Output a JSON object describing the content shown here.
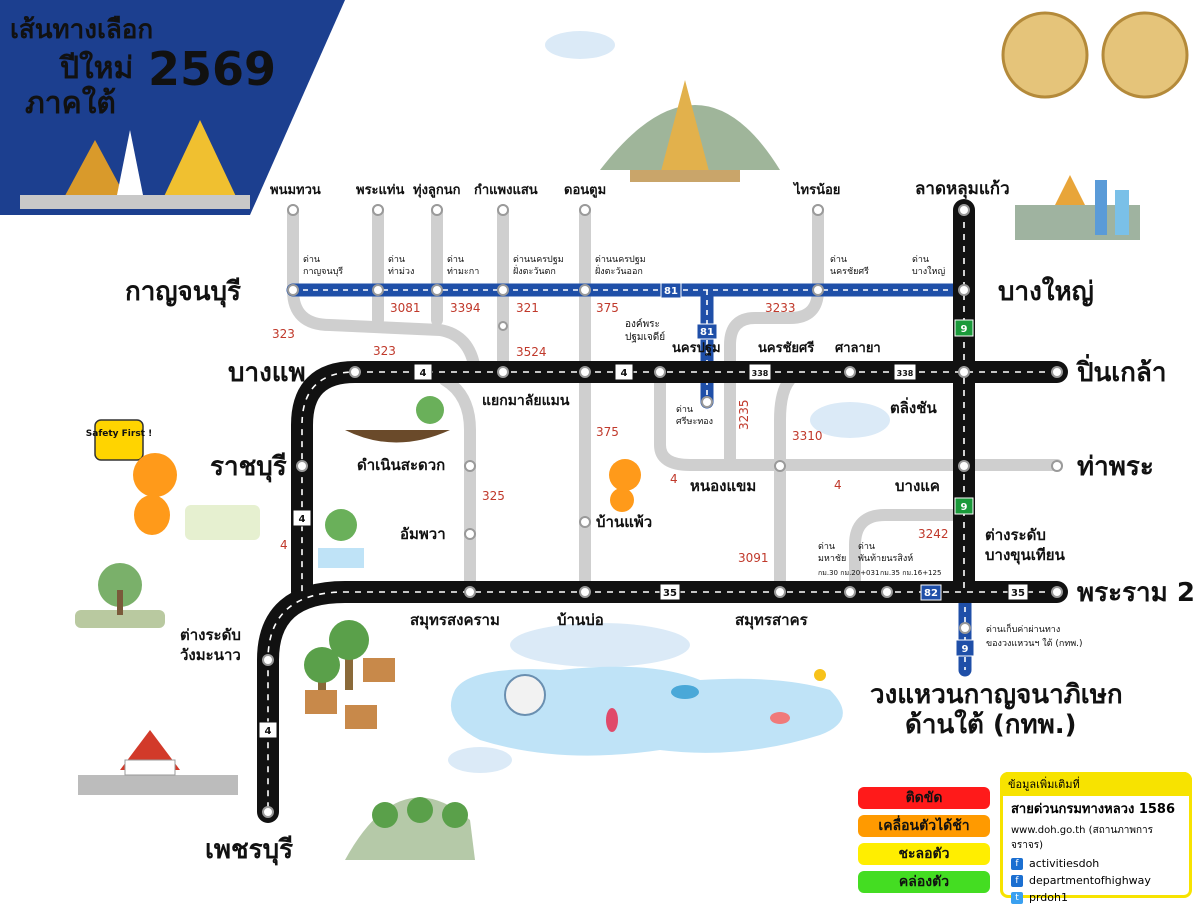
{
  "header": {
    "title_line1": "เส้นทางเลือก",
    "title_line2": "ปีใหม่",
    "title_line3": "ภาคใต้",
    "year": "2569"
  },
  "cities": {
    "kanchanaburi": "กาญจนบุรี",
    "bang_yai": "บางใหญ่",
    "bang_phae": "บางแพ",
    "pin_klao": "ปิ่นเกล้า",
    "ratchaburi": "ราชบุรี",
    "tha_phra": "ท่าพระ",
    "phetchaburi": "เพชรบุรี",
    "rama2": "พระราม 2",
    "ring_road": "วงแหวนกาญจนาภิเษก",
    "ring_road_sub": "ด้านใต้ (กทพ.)"
  },
  "places": {
    "phanom_thuan": "พนมทวน",
    "phra_thaen": "พระแท่น",
    "thung_luk_nok": "ทุ่งลูกนก",
    "kamphaeng_saen": "กำแพงแสน",
    "don_tum": "ดอนตูม",
    "krai_noi": "ไทรน้อย",
    "lat_lum_kaeo": "ลาดหลุมแก้ว",
    "nakhon_pathom": "นครปฐม",
    "nakhon_chai_si": "นครชัยศรี",
    "sala_ya": "ศาลายา",
    "taling_chan": "ตลิ่งชัน",
    "yaek_malai_maen": "แยกมาลัยแมน",
    "damnoen_saduak": "ดำเนินสะดวก",
    "amphawa": "อัมพวา",
    "nong_khaem": "หนองแขม",
    "bang_khae": "บางแค",
    "ban_phaeo": "บ้านแพ้ว",
    "samut_songkhram": "สมุทรสงคราม",
    "ban_bo": "บ้านบ่อ",
    "samut_sakhon": "สมุทรสาคร",
    "tang_radap_bang_khun_thian": "ต่างระดับ\nบางขุนเทียน",
    "tang_radap_wang_manao": "ต่างระดับ\nวังมะนาว",
    "phra_pathom_chedi": "องค์พระ\nปฐมเจดีย์"
  },
  "toll_plazas": [
    "ด่าน\nกาญจนบุรี",
    "ด่าน\nท่าม่วง",
    "ด่าน\nท่ามะกา",
    "ด่านนครปฐม\nฝั่งตะวันตก",
    "ด่านนครปฐม\nฝั่งตะวันออก",
    "ด่าน\nนครชัยศรี",
    "ด่าน\nบางใหญ่",
    "ด่าน\nศรีษะทอง",
    "ด่าน\nมหาชัย",
    "ด่าน\nพันท้ายนรสิงห์",
    "ด่านเก็บค่าผ่านทาง\nของวงแหวนฯ ใต้ (กทพ.)"
  ],
  "toll_km": {
    "mahachai": "กม.30 กม.20+031",
    "phan_thai": "กม.35 กม.16+125"
  },
  "route_shields": [
    "81",
    "9",
    "4",
    "338",
    "35",
    "82"
  ],
  "road_numbers": [
    "323",
    "3081",
    "3394",
    "321",
    "375",
    "3233",
    "3524",
    "3235",
    "3310",
    "4",
    "3242",
    "325",
    "3091"
  ],
  "mascot_sign": "Safety\nFirst !",
  "legend": [
    {
      "label": "ติดขัด",
      "color": "#ff1a1a"
    },
    {
      "label": "เคลื่อนตัวได้ช้า",
      "color": "#ff9a00"
    },
    {
      "label": "ชะลอตัว",
      "color": "#ffee00"
    },
    {
      "label": "คล่องตัว",
      "color": "#44dd22"
    }
  ],
  "info": {
    "heading": "ข้อมูลเพิ่มเติมที่",
    "hotline": "สายด่วนกรมทางหลวง 1586",
    "web": "www.doh.go.th (สถานภาพการจราจร)",
    "socials": [
      "activitiesdoh",
      "departmentofhighway",
      "prdoh1"
    ]
  },
  "colors": {
    "main_road": "#111111",
    "motorway": "#1f4fa8",
    "local_road": "#cfcfcf",
    "accent": "#f7e300",
    "banner": "#1c3f8f"
  }
}
